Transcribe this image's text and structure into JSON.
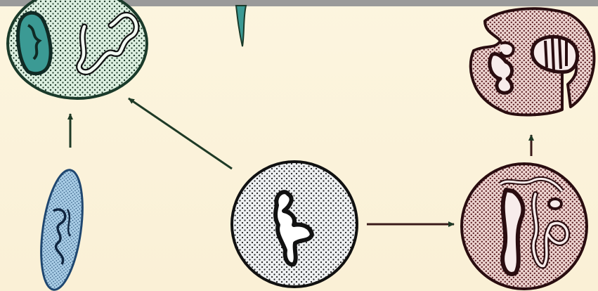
{
  "diagram": {
    "nodes": [
      {
        "id": "green-cell",
        "kind": "cell",
        "tone": "green"
      },
      {
        "id": "green-stalk",
        "kind": "fragment",
        "tone": "green"
      },
      {
        "id": "blue-cell",
        "kind": "elongated-cell",
        "tone": "blue"
      },
      {
        "id": "center-cell",
        "kind": "cell",
        "tone": "grey"
      },
      {
        "id": "red-cell-lower",
        "kind": "cell",
        "tone": "red"
      },
      {
        "id": "red-cell-upper",
        "kind": "dividing-cell",
        "tone": "red"
      }
    ],
    "edges": [
      {
        "from": "blue-cell",
        "to": "green-cell"
      },
      {
        "from": "center-cell",
        "to": "green-cell"
      },
      {
        "from": "center-cell",
        "to": "red-cell-lower"
      },
      {
        "from": "red-cell-lower",
        "to": "red-cell-upper"
      }
    ]
  },
  "colors": {
    "background": "#fbf3dc",
    "top_bar": "#9a9a9a",
    "ink": "#1a1a1a",
    "arrow": "#1e3a26",
    "green_fill": "#dcefe0",
    "green_dark": "#3b9a94",
    "blue_fill": "#a9cde6",
    "grey_fill": "#eef0f2",
    "red_fill": "#ecd3cf"
  }
}
